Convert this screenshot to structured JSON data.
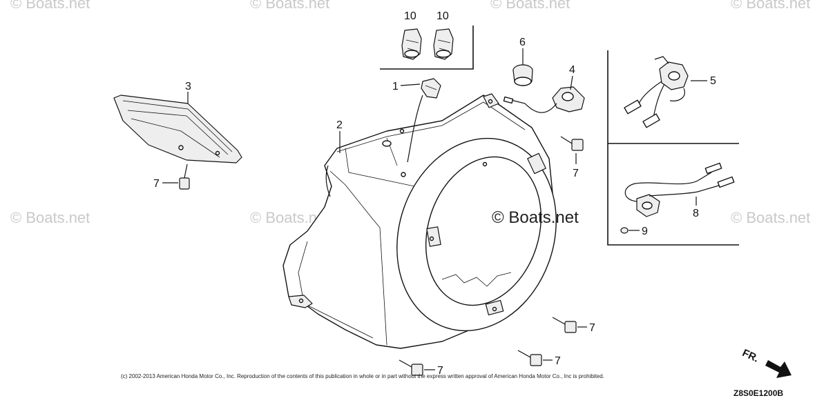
{
  "watermarks": {
    "text": "© Boats.net",
    "center": "© Boats.net"
  },
  "callouts": {
    "p1": "1",
    "p2": "2",
    "p3": "3",
    "p4": "4",
    "p5": "5",
    "p6": "6",
    "p7": "7",
    "p8": "8",
    "p9": "9",
    "p10": "10"
  },
  "footer": {
    "copyright": "(c) 2002-2013 American Honda Motor Co., Inc. Reproduction of the contents of this publication in whole or in part without the express written approval of American Honda Motor Co., Inc is prohibited.",
    "diagram_code": "Z8S0E1200B",
    "front_indicator": "FR."
  }
}
